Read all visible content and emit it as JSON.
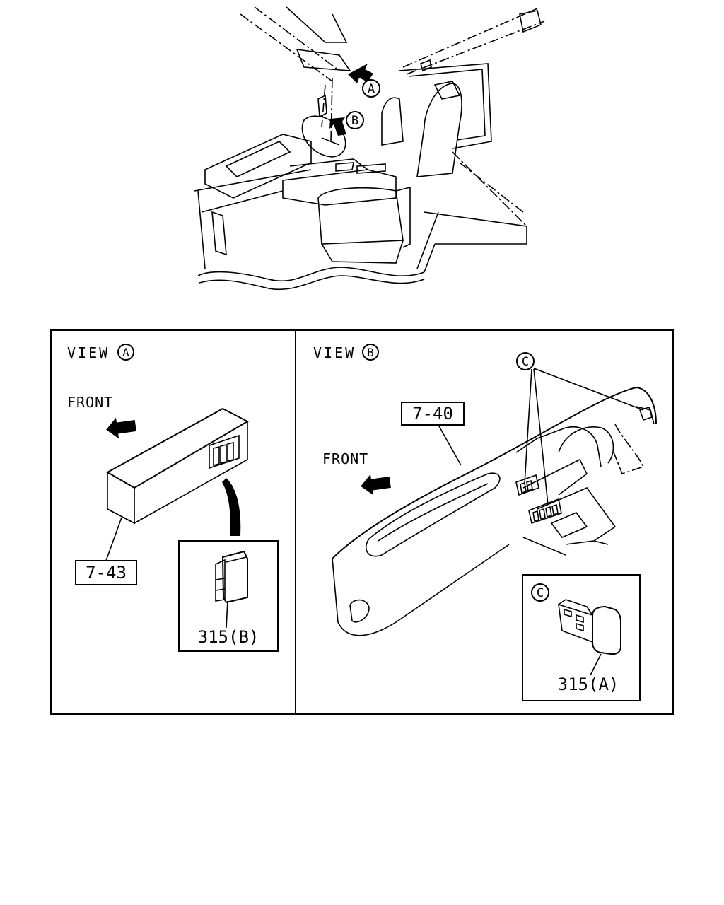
{
  "overview": {
    "callout_a": "A",
    "callout_b": "B"
  },
  "view_a": {
    "heading": "VIEW",
    "heading_letter": "A",
    "front_label": "FRONT",
    "part_label": "7-43",
    "detail_part_label": "315(B)"
  },
  "view_b": {
    "heading": "VIEW",
    "heading_letter": "B",
    "front_label": "FRONT",
    "part_label": "7-40",
    "callout_c": "C",
    "detail_callout_c": "C",
    "detail_part_label": "315(A)"
  }
}
